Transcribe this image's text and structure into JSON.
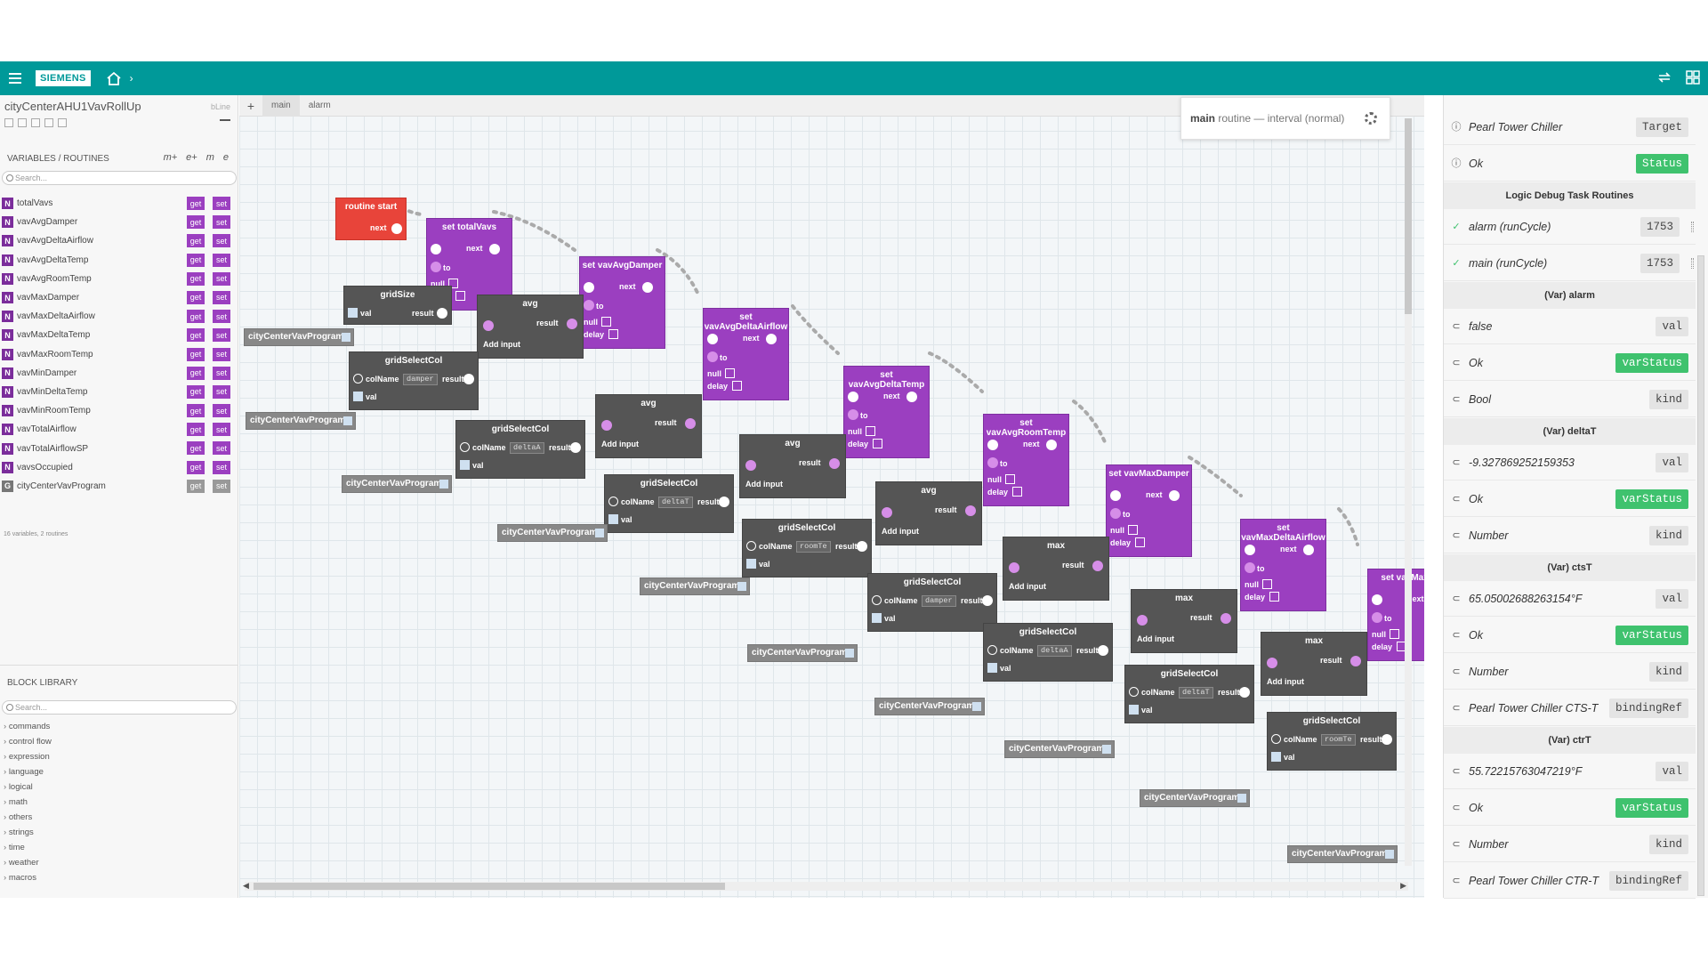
{
  "topbar": {
    "logo": "SIEMENS"
  },
  "program": {
    "title": "cityCenterAHU1VavRollUp",
    "kind": "bLine"
  },
  "variables": {
    "heading": "VARIABLES / ROUTINES",
    "search_placeholder": "Search...",
    "tools": [
      "m+",
      "e+",
      "m",
      "e"
    ],
    "items": [
      {
        "badge": "N",
        "name": "totalVavs"
      },
      {
        "badge": "N",
        "name": "vavAvgDamper"
      },
      {
        "badge": "N",
        "name": "vavAvgDeltaAirflow"
      },
      {
        "badge": "N",
        "name": "vavAvgDeltaTemp"
      },
      {
        "badge": "N",
        "name": "vavAvgRoomTemp"
      },
      {
        "badge": "N",
        "name": "vavMaxDamper"
      },
      {
        "badge": "N",
        "name": "vavMaxDeltaAirflow"
      },
      {
        "badge": "N",
        "name": "vavMaxDeltaTemp"
      },
      {
        "badge": "N",
        "name": "vavMaxRoomTemp"
      },
      {
        "badge": "N",
        "name": "vavMinDamper"
      },
      {
        "badge": "N",
        "name": "vavMinDeltaTemp"
      },
      {
        "badge": "N",
        "name": "vavMinRoomTemp"
      },
      {
        "badge": "N",
        "name": "vavTotalAirflow"
      },
      {
        "badge": "N",
        "name": "vavTotalAirflowSP"
      },
      {
        "badge": "N",
        "name": "vavsOccupied"
      },
      {
        "badge": "G",
        "name": "cityCenterVavProgram"
      }
    ],
    "get_label": "get",
    "set_label": "set",
    "count": "16 variables, 2 routines"
  },
  "library": {
    "heading": "BLOCK LIBRARY",
    "search_placeholder": "Search...",
    "items": [
      "commands",
      "control flow",
      "expression",
      "language",
      "logical",
      "math",
      "others",
      "strings",
      "time",
      "weather",
      "macros"
    ]
  },
  "tabs": {
    "add": "+",
    "items": [
      "main",
      "alarm"
    ]
  },
  "info": {
    "routine": "main",
    "text": "routine — interval (normal)"
  },
  "blocks": {
    "routine_start": "routine start",
    "next": "next",
    "to": "to",
    "null": "null",
    "delay": "delay",
    "val": "val",
    "result": "result",
    "add_input": "Add input",
    "colName": "colName",
    "avg": "avg",
    "max": "max",
    "gridSize": "gridSize",
    "gridSelectCol": "gridSelectCol",
    "ref": "cityCenterVavProgram",
    "sets": [
      "set totalVavs",
      "set vavAvgDamper",
      "set vavAvgDeltaAirflow",
      "set vavAvgDeltaTemp",
      "set vavAvgRoomTemp",
      "set vavMaxDamper",
      "set vavMaxDeltaAirflow",
      "set vavMaxDa"
    ],
    "cols": [
      "damper",
      "deltaA",
      "deltaT",
      "roomTe",
      "damper",
      "deltaA",
      "deltaT",
      "roomTe"
    ]
  },
  "debug": {
    "rows_top": [
      {
        "icon": "info",
        "label": "Pearl Tower Chiller",
        "tag": "Target",
        "green": false
      },
      {
        "icon": "info",
        "label": "Ok",
        "tag": "Status",
        "green": true
      }
    ],
    "sections": [
      {
        "title": "Logic Debug Task Routines",
        "rows": [
          {
            "icon": "check",
            "label": "alarm (runCycle)",
            "tag": "1753",
            "green": false,
            "grip": true
          },
          {
            "icon": "check",
            "label": "main (runCycle)",
            "tag": "1753",
            "green": false,
            "grip": true
          }
        ]
      },
      {
        "title": "(Var) alarm",
        "rows": [
          {
            "icon": "arrow",
            "label": "false",
            "tag": "val",
            "green": false
          },
          {
            "icon": "arrow",
            "label": "Ok",
            "tag": "varStatus",
            "green": true
          },
          {
            "icon": "arrow",
            "label": "Bool",
            "tag": "kind",
            "green": false
          }
        ]
      },
      {
        "title": "(Var) deltaT",
        "rows": [
          {
            "icon": "arrow",
            "label": "-9.327869252159353",
            "tag": "val",
            "green": false
          },
          {
            "icon": "arrow",
            "label": "Ok",
            "tag": "varStatus",
            "green": true
          },
          {
            "icon": "arrow",
            "label": "Number",
            "tag": "kind",
            "green": false
          }
        ]
      },
      {
        "title": "(Var) ctsT",
        "rows": [
          {
            "icon": "arrow",
            "label": "65.05002688263154°F",
            "tag": "val",
            "green": false
          },
          {
            "icon": "arrow",
            "label": "Ok",
            "tag": "varStatus",
            "green": true
          },
          {
            "icon": "arrow",
            "label": "Number",
            "tag": "kind",
            "green": false
          },
          {
            "icon": "arrow",
            "label": "Pearl Tower Chiller CTS-T",
            "tag": "bindingRef",
            "green": false
          }
        ]
      },
      {
        "title": "(Var) ctrT",
        "rows": [
          {
            "icon": "arrow",
            "label": "55.72215763047219°F",
            "tag": "val",
            "green": false
          },
          {
            "icon": "arrow",
            "label": "Ok",
            "tag": "varStatus",
            "green": true
          },
          {
            "icon": "arrow",
            "label": "Number",
            "tag": "kind",
            "green": false
          },
          {
            "icon": "arrow",
            "label": "Pearl Tower Chiller CTR-T",
            "tag": "bindingRef",
            "green": false
          }
        ]
      }
    ]
  },
  "colors": {
    "brand": "#009999",
    "set_block": "#9b3fc0",
    "op_block": "#555555",
    "start_block": "#e8443a",
    "ok_tag": "#3fc26e"
  }
}
